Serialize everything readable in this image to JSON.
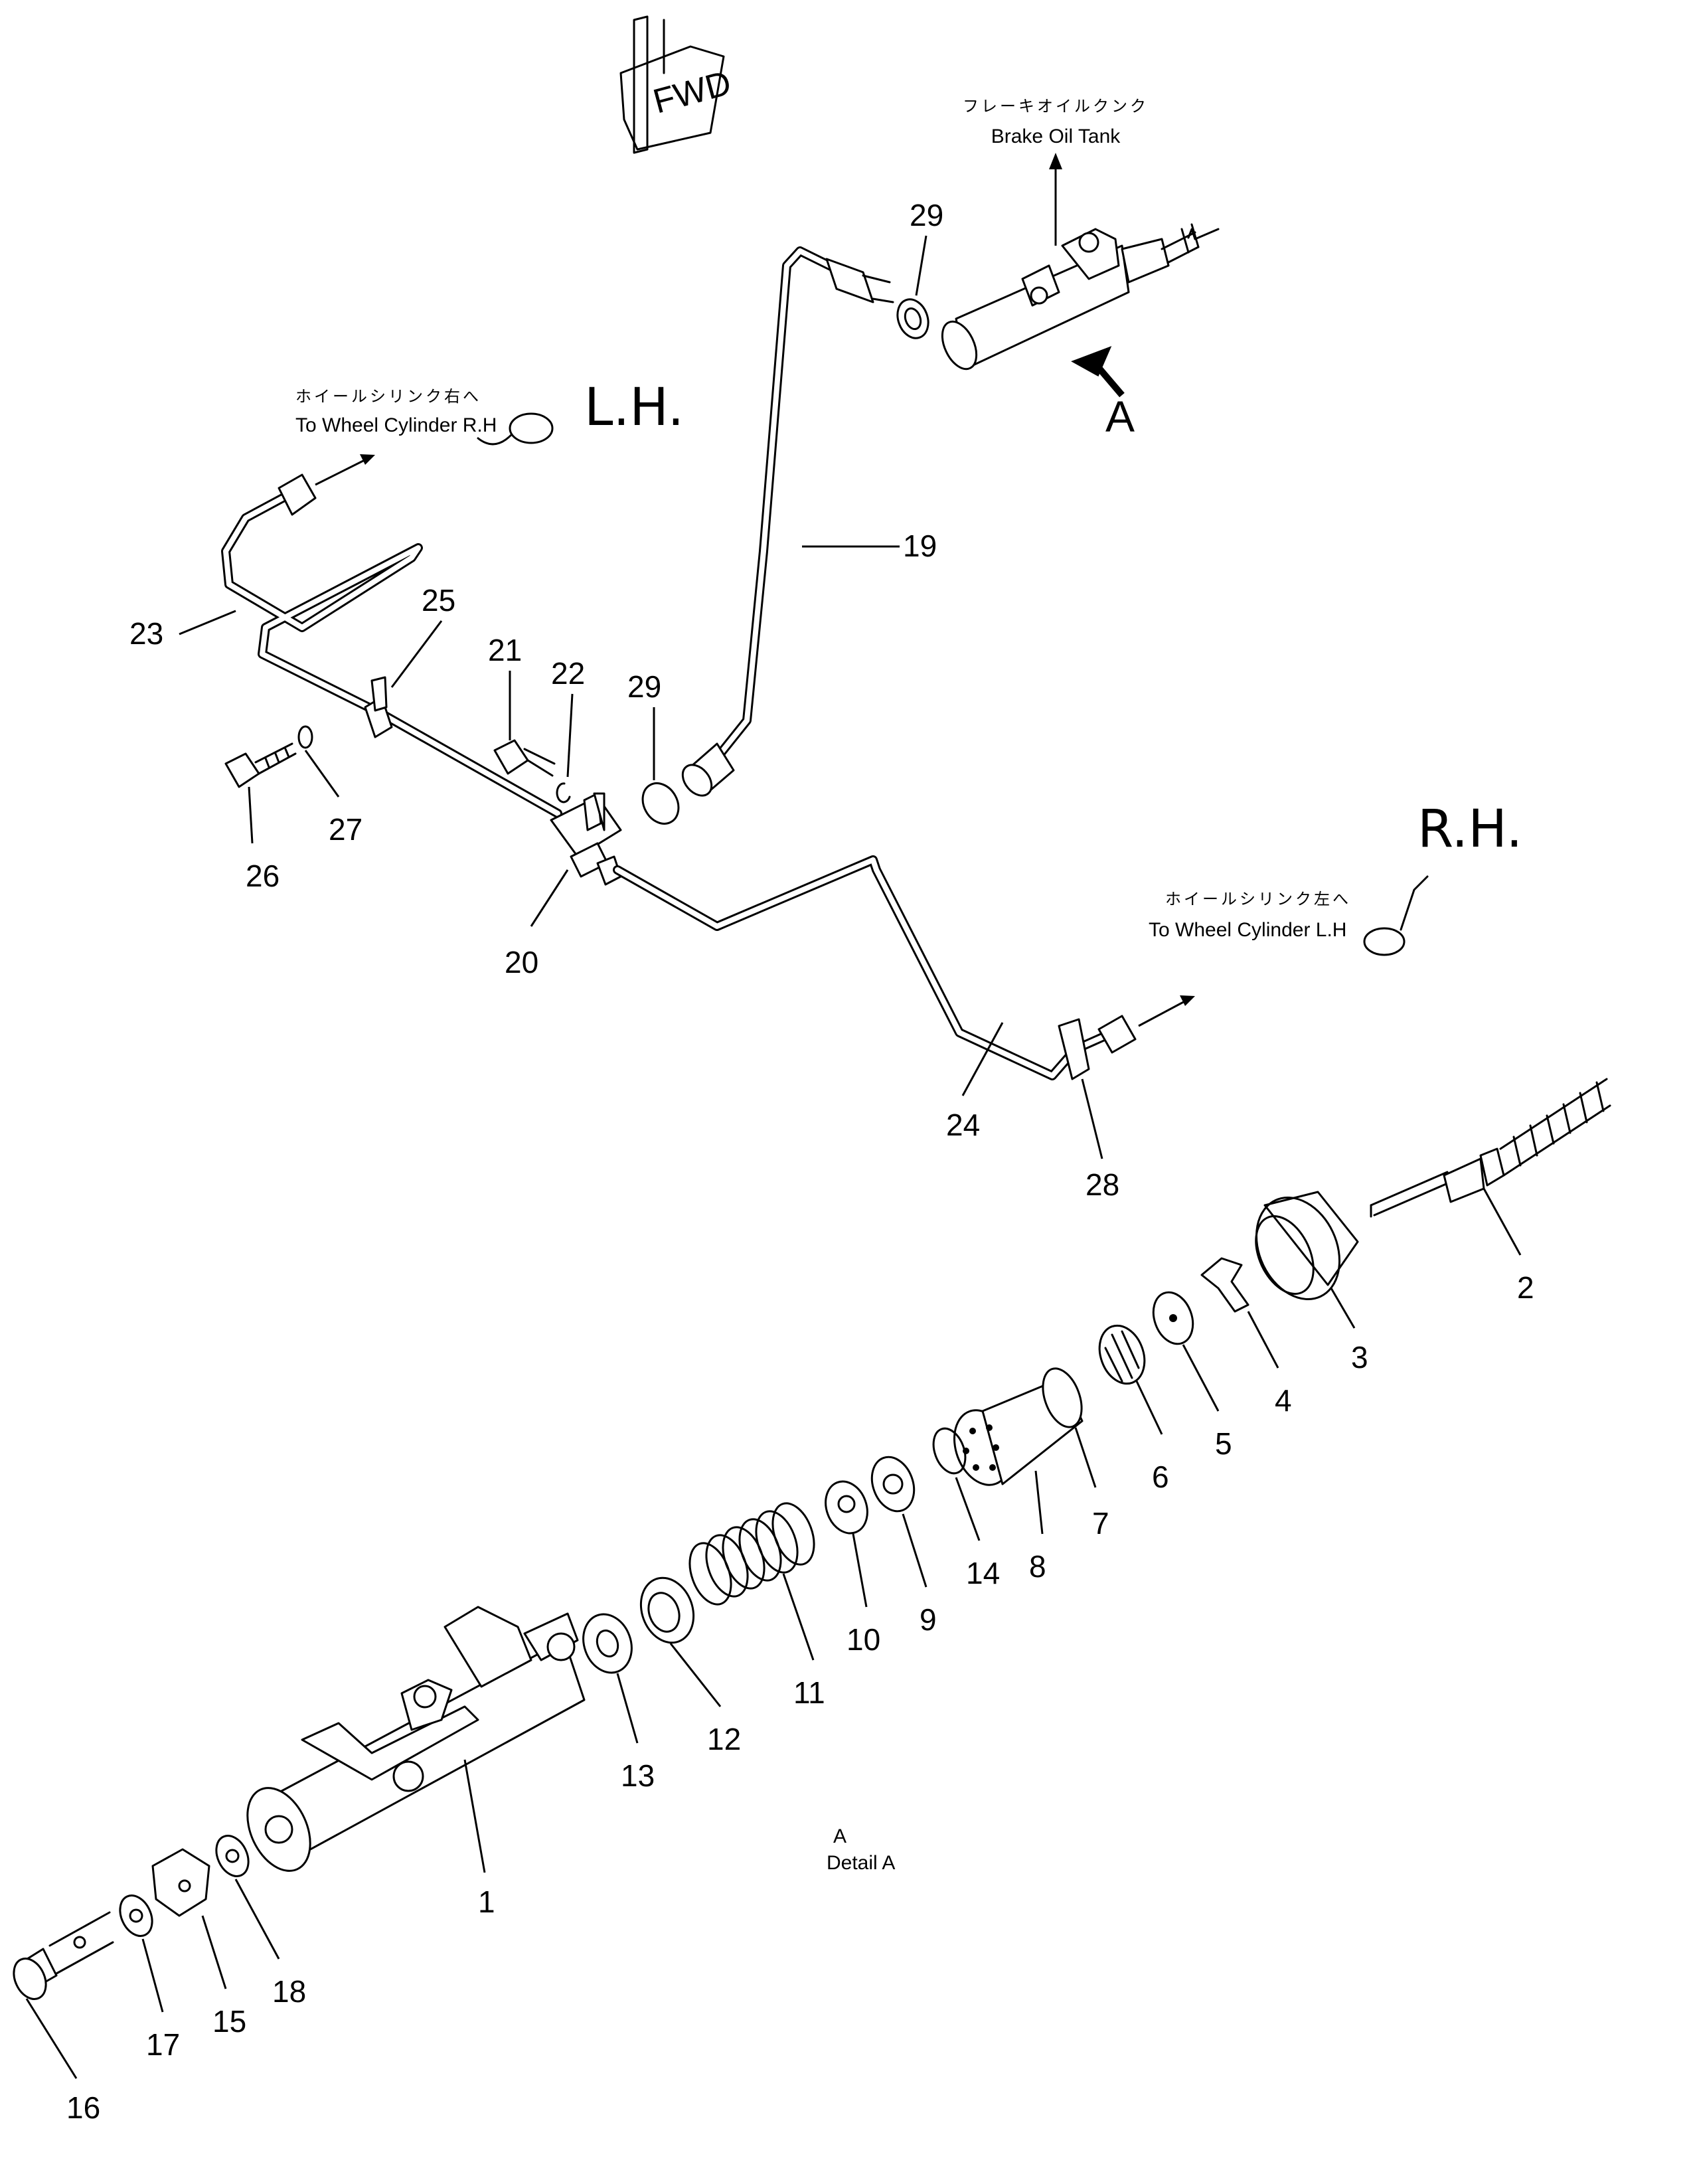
{
  "fwd_stamp": "FWD",
  "labels": {
    "brake_tank_jp": "フレーキオイルクンク",
    "brake_tank_en": "Brake Oil Tank",
    "wheel_rh_jp": "ホイールシリンク右へ",
    "wheel_rh_en": "To Wheel Cylinder R.H",
    "wheel_lh_jp": "ホイールシリンク左へ",
    "wheel_lh_en": "To Wheel Cylinder L.H",
    "hand_lh": "L.H.",
    "hand_rh": "R.H.",
    "view_arrow": "A",
    "detail_jp": "A",
    "detail_en": "Detail A"
  },
  "parts": {
    "p1": "1",
    "p2": "2",
    "p3": "3",
    "p4": "4",
    "p5": "5",
    "p6": "6",
    "p7": "7",
    "p8": "8",
    "p9": "9",
    "p10": "10",
    "p11": "11",
    "p12": "12",
    "p13": "13",
    "p14": "14",
    "p15": "15",
    "p16": "16",
    "p17": "17",
    "p18": "18",
    "p19": "19",
    "p20": "20",
    "p21": "21",
    "p22": "22",
    "p23": "23",
    "p24": "24",
    "p25": "25",
    "p26": "26",
    "p27": "27",
    "p28": "28",
    "p29a": "29",
    "p29b": "29"
  }
}
